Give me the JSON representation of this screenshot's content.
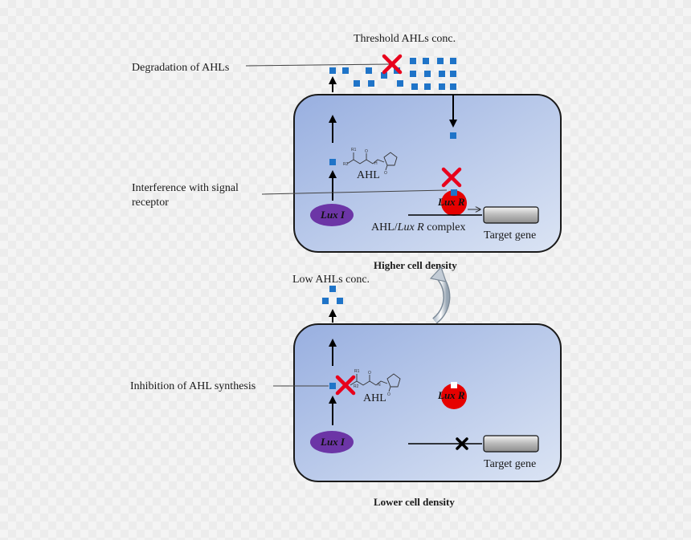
{
  "labels": {
    "threshold": "Threshold AHLs conc.",
    "degradation": "Degradation of AHLs",
    "interference_line1": "Interference with signal",
    "interference_line2": "receptor",
    "inhibition": "Inhibition of AHL synthesis",
    "low_conc": "Low AHLs conc.",
    "higher_density": "Higher cell density",
    "lower_density": "Lower cell density",
    "ahl": "AHL",
    "luxi": "Lux I",
    "luxr": "Lux R",
    "complex_prefix": "AHL/",
    "complex_italic": "Lux R",
    "complex_suffix": " complex",
    "target_gene": "Target gene",
    "chem_r1": "R1",
    "chem_r2": "R2",
    "chem_o": "O",
    "chem_h": "H",
    "chem_n": "N",
    "chem_o2": "O"
  },
  "colors": {
    "cell_fill_dark": "#9db3e2",
    "cell_fill_light": "#d9e2f3",
    "ahl_square": "#1f74c8",
    "luxi": "#6c35a6",
    "luxr": "#e60000",
    "cross_red": "#e8001c"
  }
}
